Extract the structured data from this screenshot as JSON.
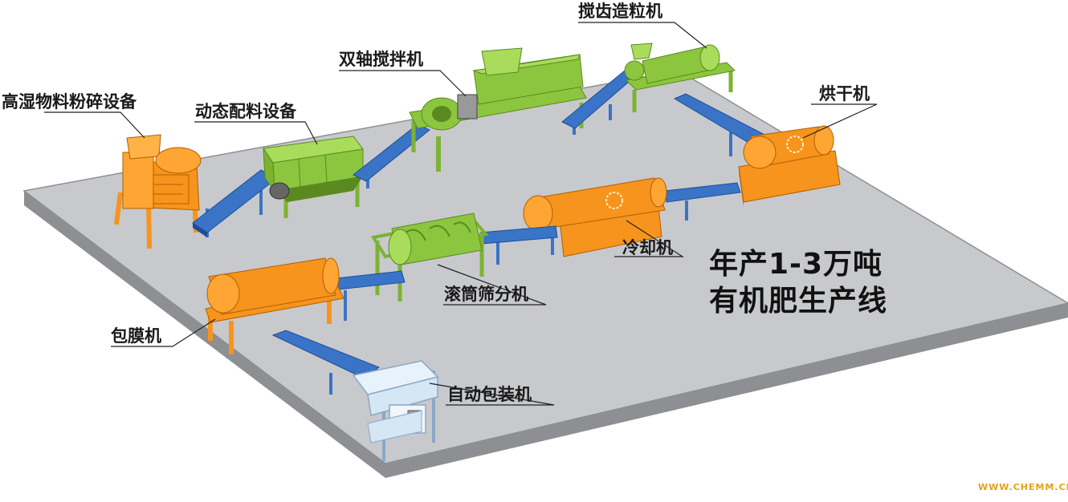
{
  "labels": {
    "crusher": "高湿物料粉碎设备",
    "batching": "动态配料设备",
    "mixer": "双轴搅拌机",
    "granulator": "搅齿造粒机",
    "dryer": "烘干机",
    "cooler": "冷却机",
    "screener": "滚筒筛分机",
    "coater": "包膜机",
    "packer": "自动包装机"
  },
  "title": {
    "line1": "年产1-3万吨",
    "line2": "有机肥生产线"
  },
  "watermark": "WWW.CHEMM.CN",
  "colors": {
    "platform": "#c8c9cc",
    "green": "#8cc63f",
    "orange": "#f7941d",
    "blue": "#3a74c6",
    "packer": "#e8f2fa"
  }
}
